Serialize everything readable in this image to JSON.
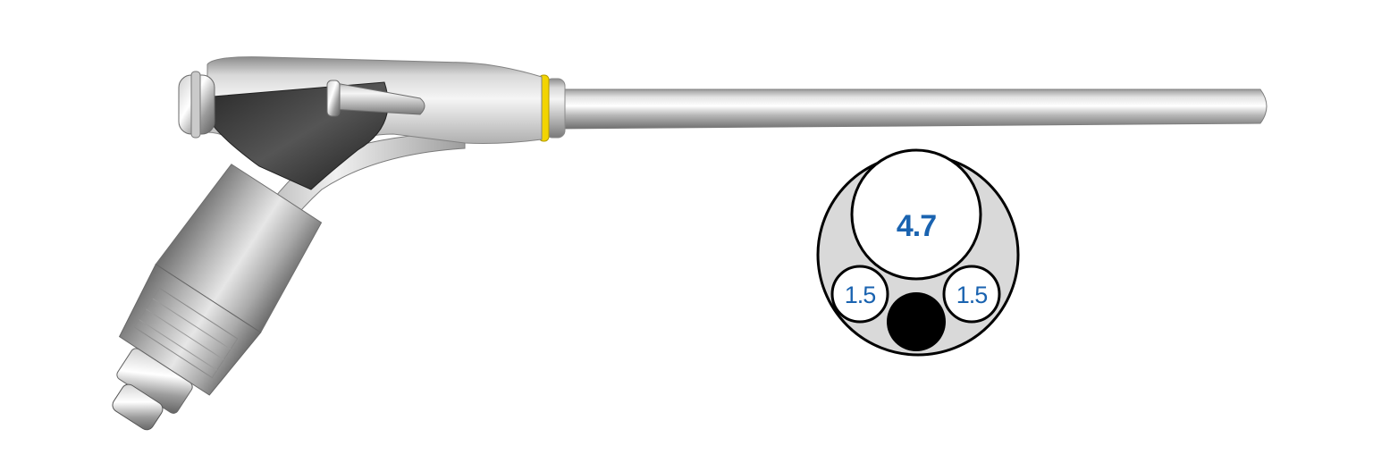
{
  "cross_section": {
    "main_channel_label": "4.7",
    "left_channel_label": "1.5",
    "right_channel_label": "1.5"
  },
  "colors": {
    "label_blue": "#1a63b0",
    "sheath_gray": "#d9d9d9",
    "outline": "#000000",
    "ring_yellow": "#f2d400",
    "optic_channel": "#000000"
  }
}
